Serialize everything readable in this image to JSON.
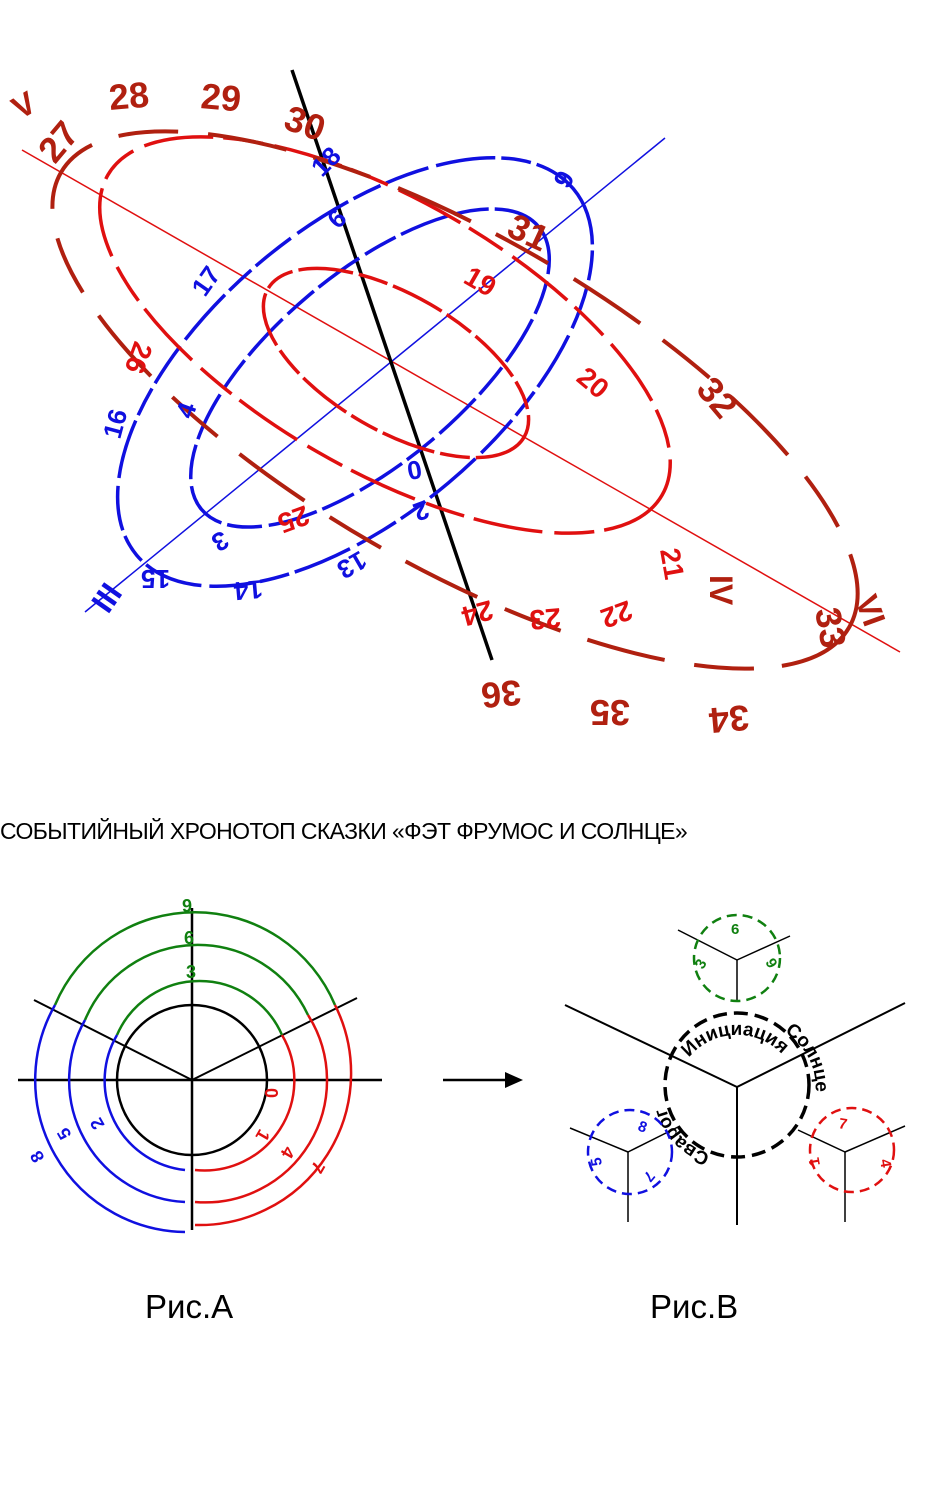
{
  "colors": {
    "blue": "#1010e0",
    "red": "#e01010",
    "darkred": "#b02010",
    "green": "#108010",
    "black": "#000000"
  },
  "title": "СОБЫТИЙНЫЙ ХРОНОТОП СКАЗКИ «ФЭТ ФРУМОС И СОЛНЦЕ»",
  "figures": {
    "a_caption": "Рис.А",
    "b_caption": "Рис.В"
  },
  "top": {
    "red_numbers": [
      "19",
      "20",
      "21",
      "22",
      "23",
      "24",
      "25",
      "26",
      "27",
      "28",
      "29",
      "30",
      "31",
      "32",
      "33",
      "34",
      "35",
      "36"
    ],
    "blue_numbers": [
      "0",
      "2",
      "3",
      "4",
      "6",
      "9",
      "13",
      "14",
      "15",
      "16",
      "17",
      "18"
    ],
    "roman": [
      "III",
      "IV",
      "V",
      "VI"
    ]
  },
  "fig_a": {
    "labels": [
      "0",
      "1",
      "2",
      "3",
      "4",
      "5",
      "6",
      "7",
      "8",
      "9"
    ]
  },
  "fig_b": {
    "center_words": [
      "Инициация",
      "Солнце",
      "Сварог"
    ],
    "green_labels": [
      "3",
      "6",
      "9"
    ],
    "blue_labels": [
      "5",
      "8",
      "7"
    ],
    "red_labels": [
      "1",
      "4",
      "7"
    ]
  }
}
